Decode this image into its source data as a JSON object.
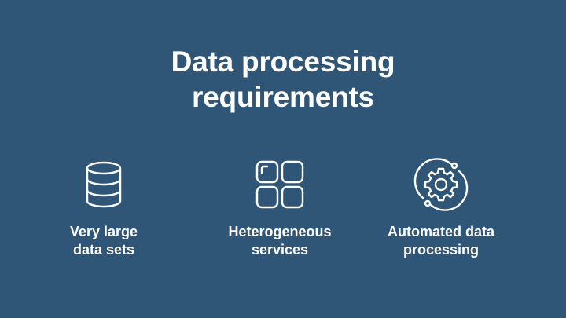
{
  "title": {
    "line1": "Data processing",
    "line2": "requirements"
  },
  "features": [
    {
      "icon": "database-icon",
      "line1": "Very large",
      "line2": "data sets"
    },
    {
      "icon": "grid-icon",
      "line1": "Heterogeneous",
      "line2": "services"
    },
    {
      "icon": "gear-cycle-icon",
      "line1": "Automated data",
      "line2": "processing"
    }
  ],
  "colors": {
    "background": "#2f5577",
    "foreground": "#ffffff"
  }
}
